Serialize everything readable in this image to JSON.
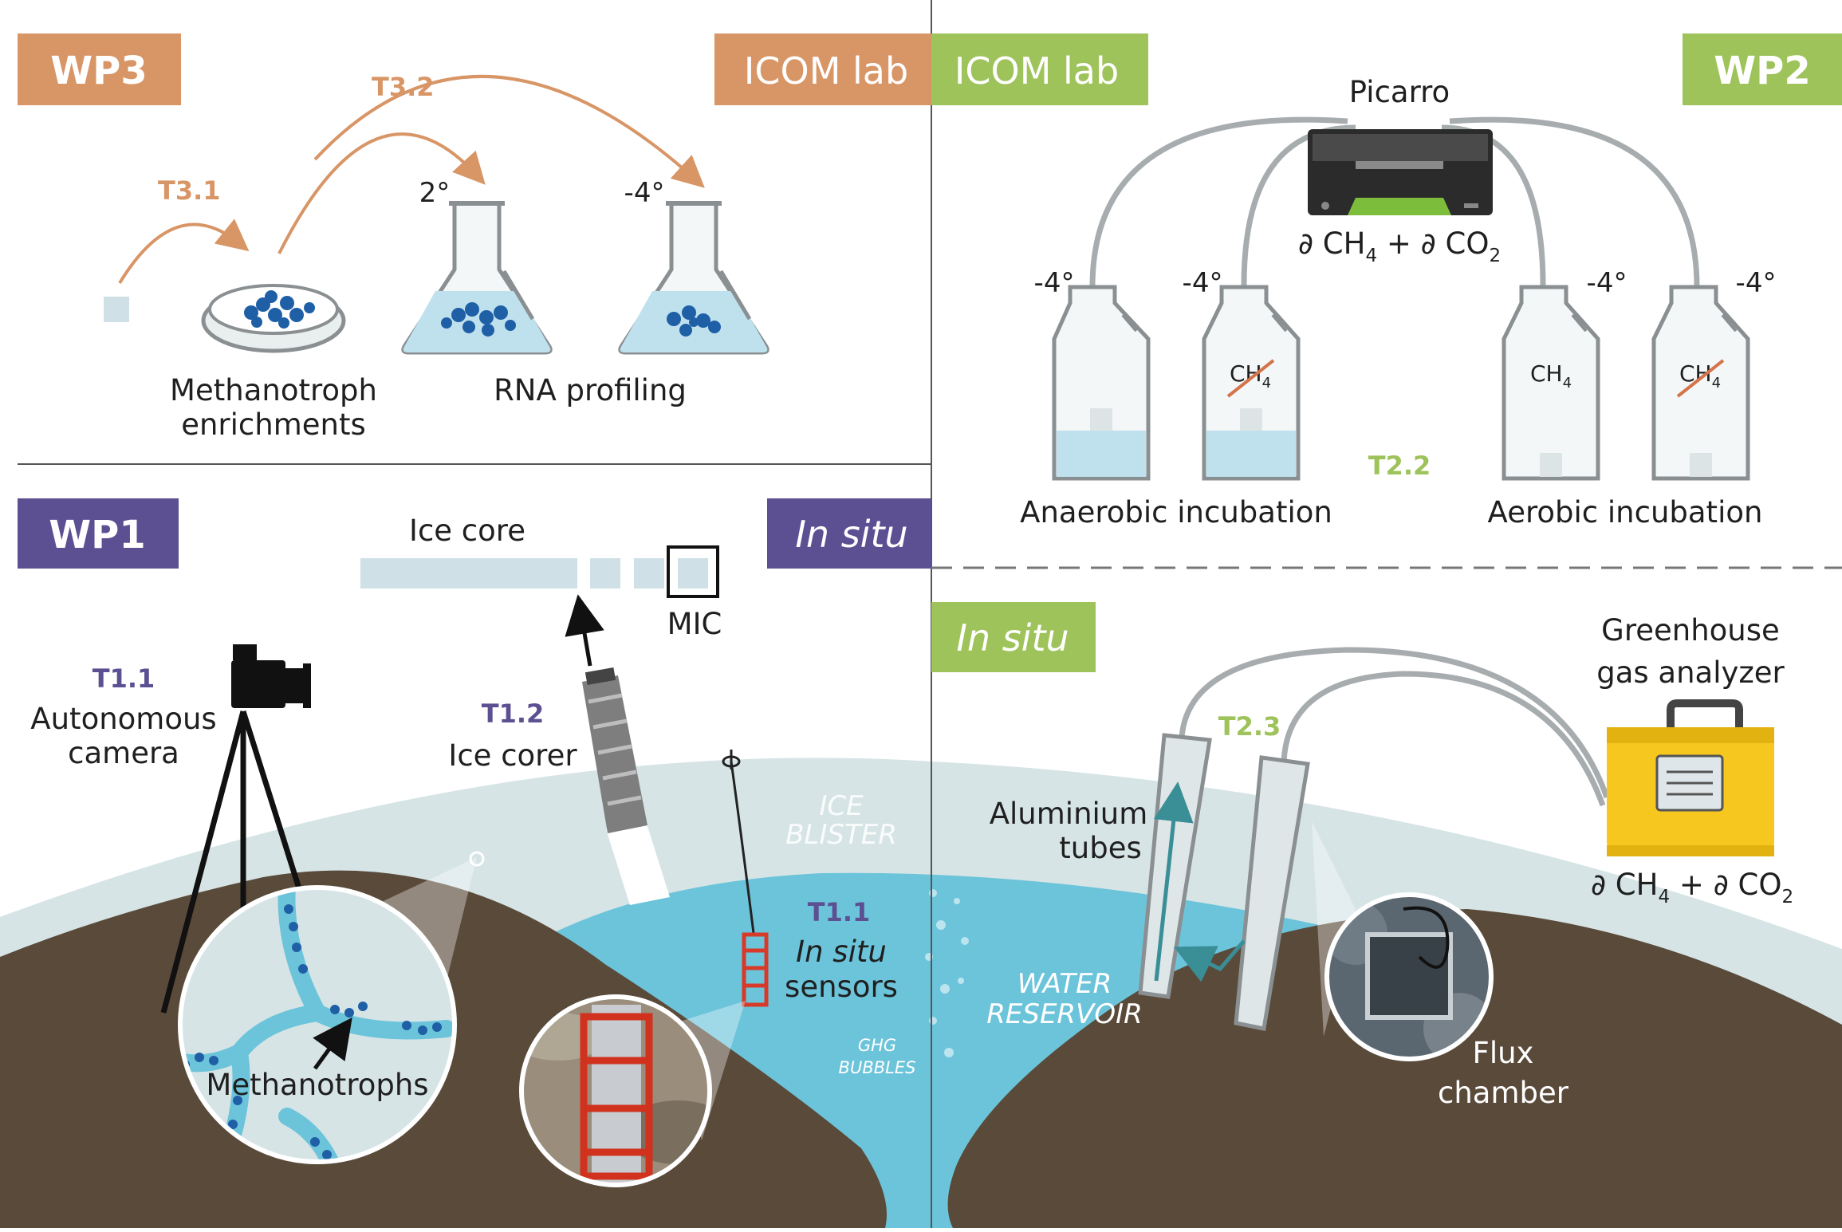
{
  "colors": {
    "wp3_orange": "#d89566",
    "wp2_green": "#9ec35a",
    "wp1_purple": "#5c4f92",
    "soil_brown": "#5a4a3a",
    "ice_pale": "#d6e4e6",
    "water_blue": "#6cc4da",
    "bacteria_blue": "#1f5fa6"
  },
  "icons": [
    "petri-dish-icon",
    "flask-icon",
    "picarro-analyzer-icon",
    "bottle-icon",
    "camera-icon",
    "tripod-icon",
    "ice-corer-icon",
    "sensor-cage-icon",
    "aluminium-tube-icon",
    "gas-analyzer-case-icon",
    "flux-chamber-photo",
    "sensor-photo",
    "magnifier-circle"
  ],
  "wp3": {
    "tag": "WP3",
    "lab_tag": "ICOM lab",
    "task_t31": "T3.1",
    "task_t32": "T3.2",
    "temp_2": "2°",
    "temp_m4": "-4°",
    "enrich_line1": "Methanotroph",
    "enrich_line2": "enrichments",
    "rna": "RNA profiling"
  },
  "wp2": {
    "lab_tag": "ICOM lab",
    "tag": "WP2",
    "picarro": "Picarro",
    "formula": "∂ CH4 + ∂ CO2",
    "bottle_temp": "-4°",
    "bottle_label": "CH4",
    "task_t22": "T2.2",
    "anaerobic": "Anaerobic incubation",
    "aerobic": "Aerobic incubation"
  },
  "wp1": {
    "tag": "WP1",
    "insitu_tag": "In situ",
    "ice_core": "Ice core",
    "mic": "MIC",
    "task_t11": "T1.1",
    "camera_line1": "Autonomous",
    "camera_line2": "camera",
    "task_t12": "T1.2",
    "corer": "Ice corer",
    "ice_blister_1": "ICE",
    "ice_blister_2": "BLISTER",
    "sensors_task": "T1.1",
    "sensors_line1": "In situ",
    "sensors_line2": "sensors",
    "methanotrophs": "Methanotrophs",
    "ghg_1": "GHG",
    "ghg_2": "BUBBLES"
  },
  "wp2_insitu": {
    "tag": "In situ",
    "analyzer_line1": "Greenhouse",
    "analyzer_line2": "gas analyzer",
    "task_t23": "T2.3",
    "tubes_line1": "Aluminium",
    "tubes_line2": "tubes",
    "water_1": "WATER",
    "water_2": "RESERVOIR",
    "formula": "∂ CH4 + ∂ CO2",
    "flux_line1": "Flux",
    "flux_line2": "chamber"
  }
}
